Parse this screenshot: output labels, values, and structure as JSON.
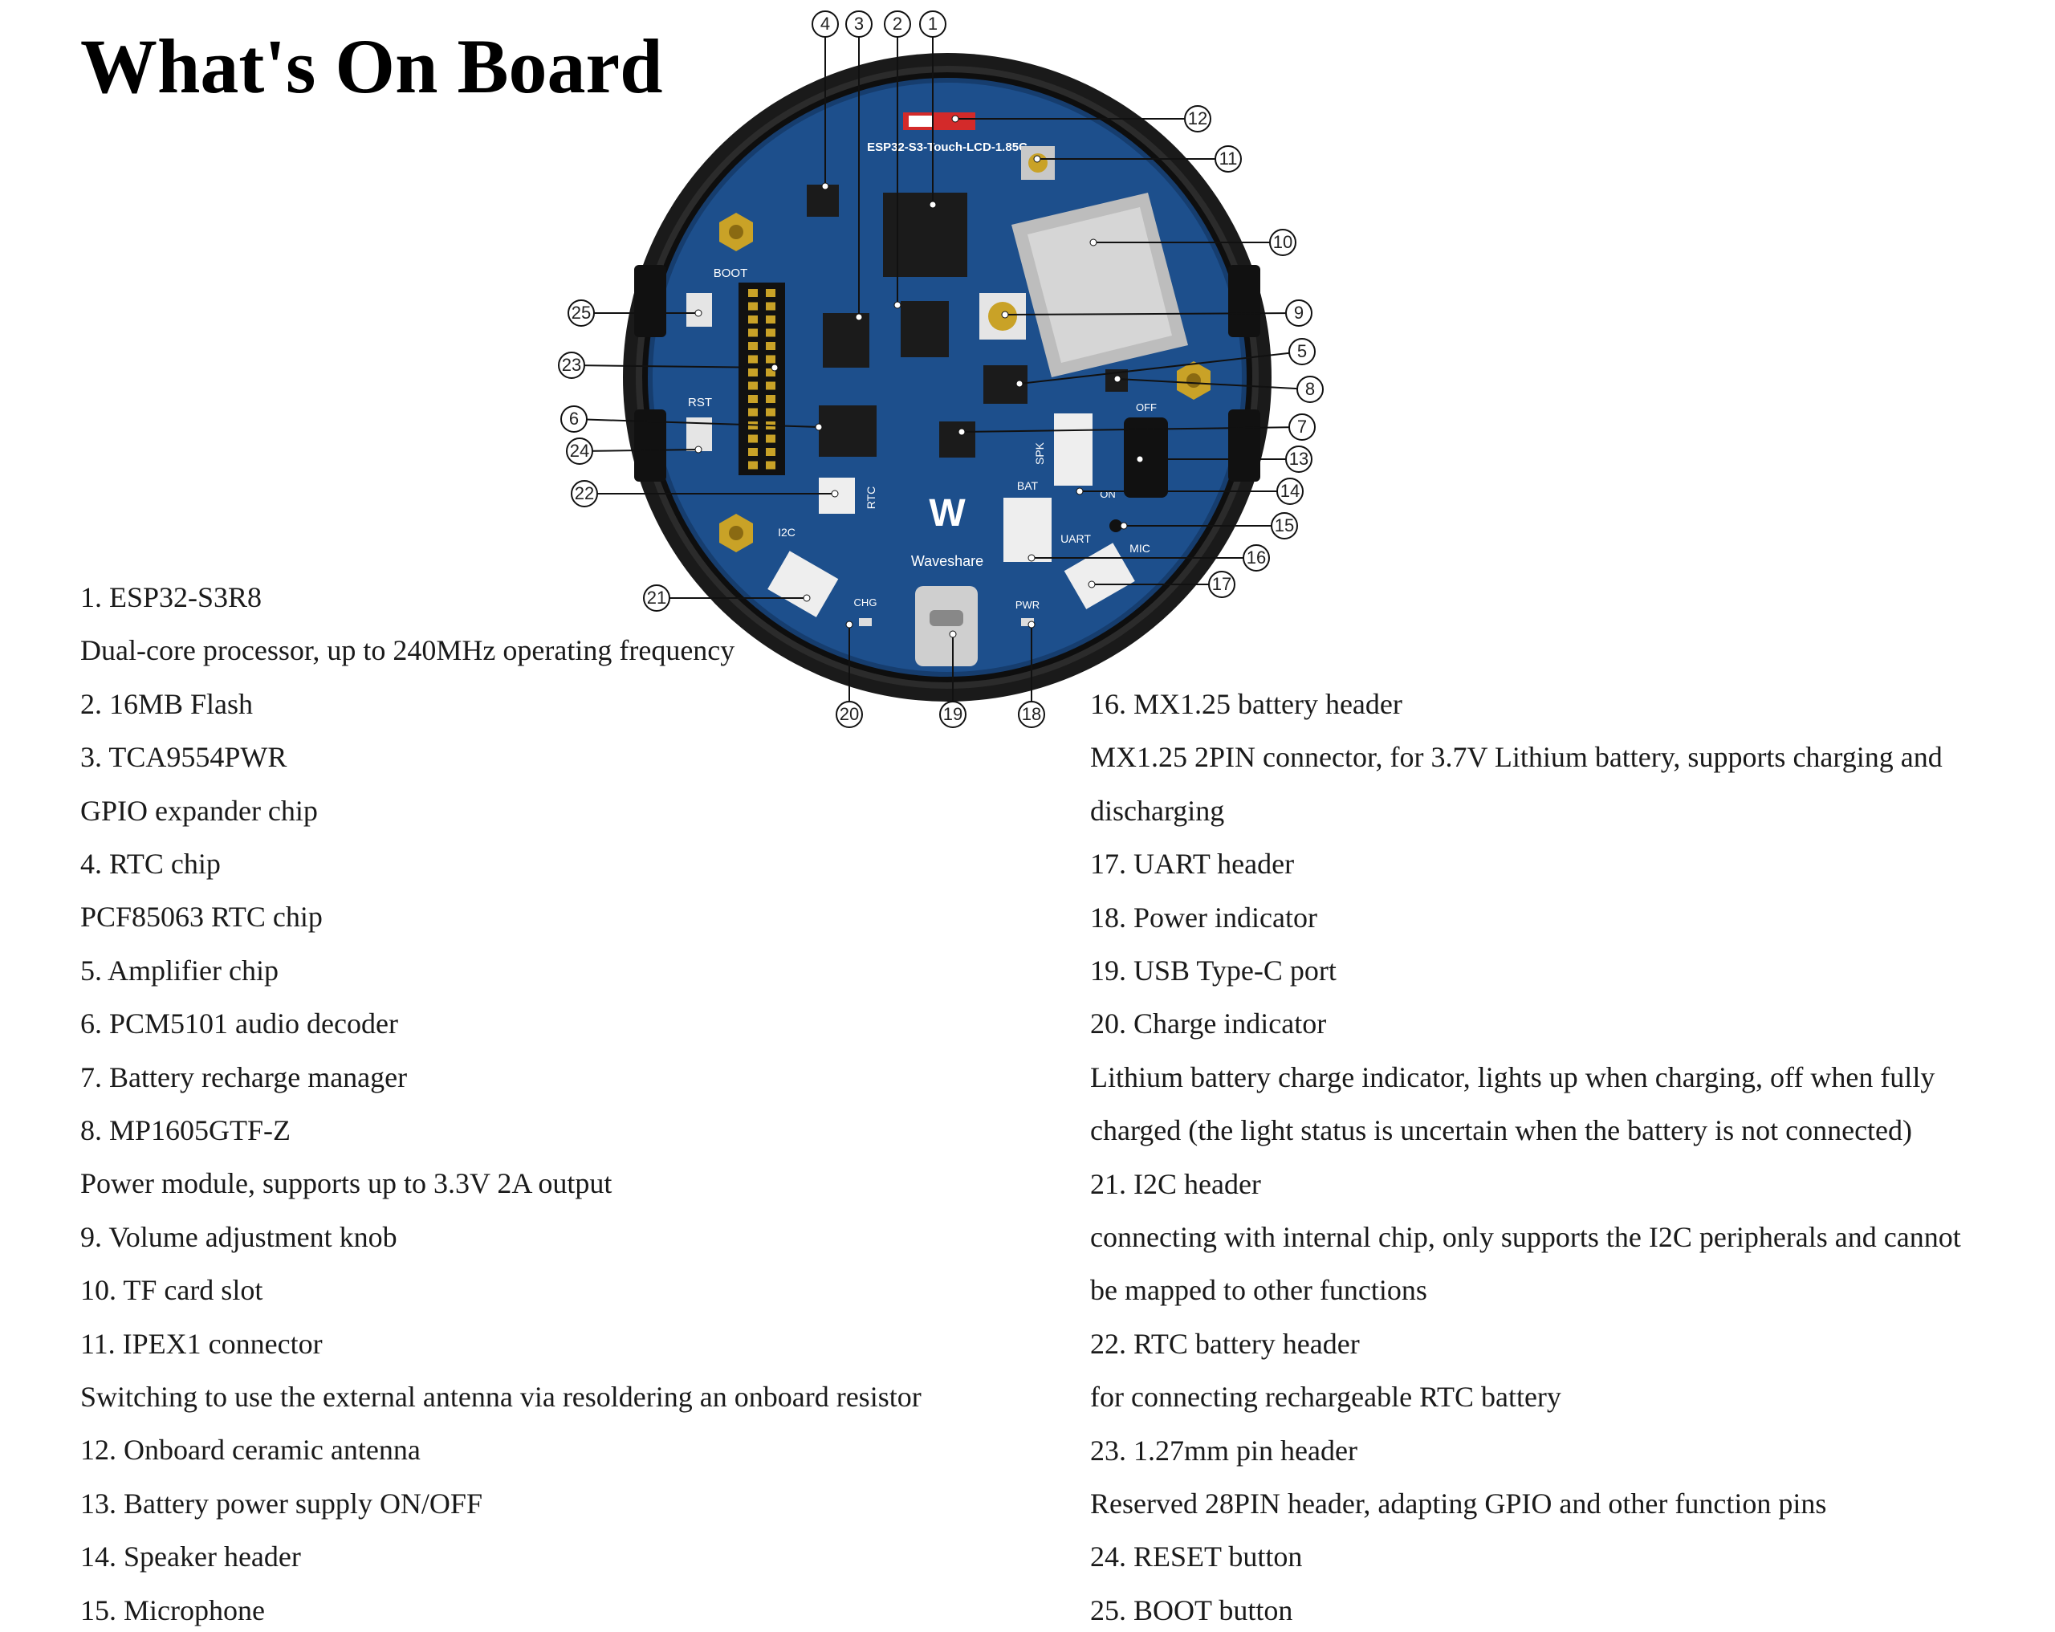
{
  "title": "What's On Board",
  "board": {
    "silkscreen": {
      "model": "ESP32-S3-Touch-LCD-1.85C",
      "boot": "BOOT",
      "rst": "RST",
      "rtc": "RTC",
      "spk": "SPK",
      "bat": "BAT",
      "uart": "UART",
      "mic": "MIC",
      "i2c": "I2C",
      "chg": "CHG",
      "pwr": "PWR",
      "off": "OFF",
      "on": "ON",
      "brand": "Waveshare"
    },
    "callouts": [
      "1",
      "2",
      "3",
      "4",
      "5",
      "6",
      "7",
      "8",
      "9",
      "10",
      "11",
      "12",
      "13",
      "14",
      "15",
      "16",
      "17",
      "18",
      "19",
      "20",
      "21",
      "22",
      "23",
      "24",
      "25"
    ]
  },
  "left_column": [
    "1. ESP32-S3R8",
    "Dual-core processor, up to 240MHz operating frequency",
    "2. 16MB Flash",
    "3. TCA9554PWR",
    "GPIO expander chip",
    "4. RTC chip",
    "PCF85063 RTC chip",
    "5. Amplifier chip",
    "6. PCM5101 audio decoder",
    "7. Battery recharge manager",
    "8. MP1605GTF-Z",
    "Power module, supports up to 3.3V 2A output",
    "9. Volume adjustment knob",
    "10. TF card slot",
    "11. IPEX1 connector",
    "Switching to use the external antenna via resoldering an onboard resistor",
    "12. Onboard ceramic antenna",
    "13. Battery power supply ON/OFF",
    "14. Speaker header",
    "15. Microphone"
  ],
  "right_column": [
    "16. MX1.25 battery header",
    "MX1.25 2PIN connector, for 3.7V Lithium battery, supports charging and",
    "discharging",
    "17. UART header",
    "18. Power indicator",
    "19. USB Type-C port",
    "20. Charge indicator",
    "Lithium battery charge indicator, lights up when charging, off when fully",
    "charged (the light status is uncertain when the battery is not connected)",
    "21. I2C header",
    "connecting with internal chip, only supports the I2C peripherals and cannot",
    "be mapped to other functions",
    "22. RTC battery header",
    "for connecting rechargeable RTC battery",
    "23. 1.27mm pin header",
    "Reserved 28PIN header, adapting GPIO and other function pins",
    "24. RESET button",
    "25. BOOT button"
  ],
  "colors": {
    "pcb": "#1d4f8c",
    "pcb_dark": "#163d6e",
    "bezel": "#111111",
    "gold": "#c9a227",
    "chip": "#1b1b1b",
    "connector": "#eeeeee"
  }
}
